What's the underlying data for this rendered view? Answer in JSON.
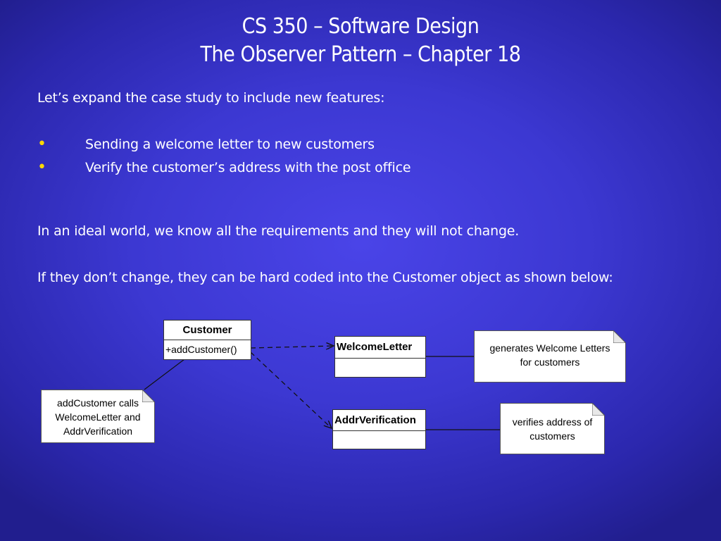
{
  "slide": {
    "title_line1": "CS 350 – Software Design",
    "title_line2": "The Observer Pattern – Chapter 18",
    "intro": "Let’s expand the case study to include new features:",
    "bullets": [
      "Sending a welcome letter to new customers",
      "Verify the customer’s address with the post office"
    ],
    "para1": "In an ideal world, we know all the requirements and they will not change.",
    "para2": "If they don’t change, they can be hard coded into the Customer object as shown below:"
  },
  "diagram": {
    "customer": {
      "name": "Customer",
      "operation": "+addCustomer()"
    },
    "welcome_letter": {
      "name": "WelcomeLetter"
    },
    "addr_verification": {
      "name": "AddrVerification"
    },
    "note_customer": [
      "addCustomer calls",
      "WelcomeLetter and",
      "AddrVerification"
    ],
    "note_welcome": [
      "generates Welcome Letters",
      "for customers"
    ],
    "note_addr": [
      "verifies address of",
      "customers"
    ]
  },
  "colors": {
    "bullet": "#ffd800",
    "background": "#3c38d2"
  }
}
